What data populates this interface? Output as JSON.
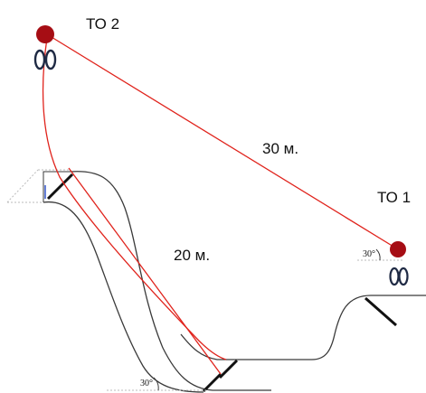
{
  "diagram": {
    "labels": {
      "to2": "ТО 2",
      "to1": "ТО 1",
      "dist_30": "30 м.",
      "dist_20": "20 м.",
      "angle_left": "30°",
      "angle_right": "30°"
    },
    "colors": {
      "rope": "#e0231c",
      "anchor": "#a60d14",
      "terrain": "#3a3a3a",
      "carabiner": "#1f2a44",
      "guide": "#bbbbbb",
      "marker": "#3355cc"
    },
    "icons": [
      "anchor-point-icon",
      "carabiner-icon"
    ]
  }
}
